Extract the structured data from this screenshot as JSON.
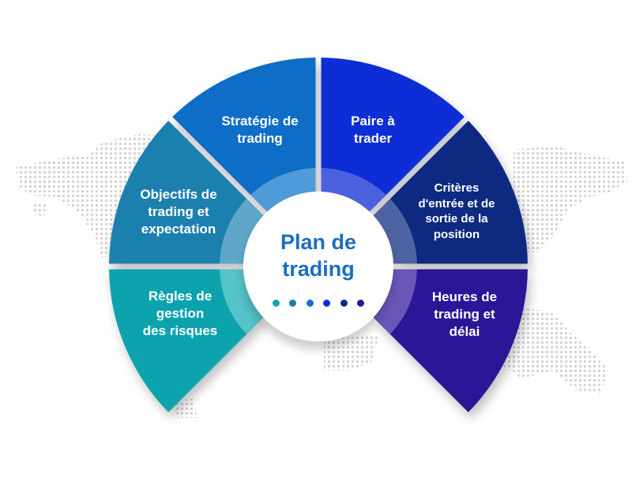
{
  "diagram": {
    "type": "radial-segmented-wheel",
    "center": {
      "title_lines": [
        "Plan de",
        "trading"
      ],
      "title_color": "#1a6ec1",
      "dots": [
        {
          "color": "#12a3ad"
        },
        {
          "color": "#1a7fb4"
        },
        {
          "color": "#1670c9"
        },
        {
          "color": "#0b2fd4"
        },
        {
          "color": "#0e2a82"
        },
        {
          "color": "#2b1596"
        }
      ]
    },
    "segments": [
      {
        "id": "regles",
        "lines": [
          "Règles de",
          "gestion",
          "des risques"
        ],
        "color": "#0fa3ad",
        "ring_color": "#56c2c9"
      },
      {
        "id": "objectifs",
        "lines": [
          "Objectifs de",
          "trading et",
          "expectation"
        ],
        "color": "#1a80ae",
        "ring_color": "#5ea7c9"
      },
      {
        "id": "strategie",
        "lines": [
          "Stratégie de",
          "trading"
        ],
        "color": "#0c6dc7",
        "ring_color": "#4f9ad8"
      },
      {
        "id": "paire",
        "lines": [
          "Paire à",
          "trader"
        ],
        "color": "#0a2ed6",
        "ring_color": "#4c61de"
      },
      {
        "id": "criteres",
        "lines": [
          "Critères",
          "d'entrée et de",
          "sortie de la",
          "position"
        ],
        "color": "#0c2a80",
        "ring_color": "#4e64a2"
      },
      {
        "id": "heures",
        "lines": [
          "Heures de",
          "trading et",
          "délai"
        ],
        "color": "#2a1496",
        "ring_color": "#6a56b8"
      }
    ],
    "background": {
      "map_dot_color": "#d2d2d2"
    }
  }
}
